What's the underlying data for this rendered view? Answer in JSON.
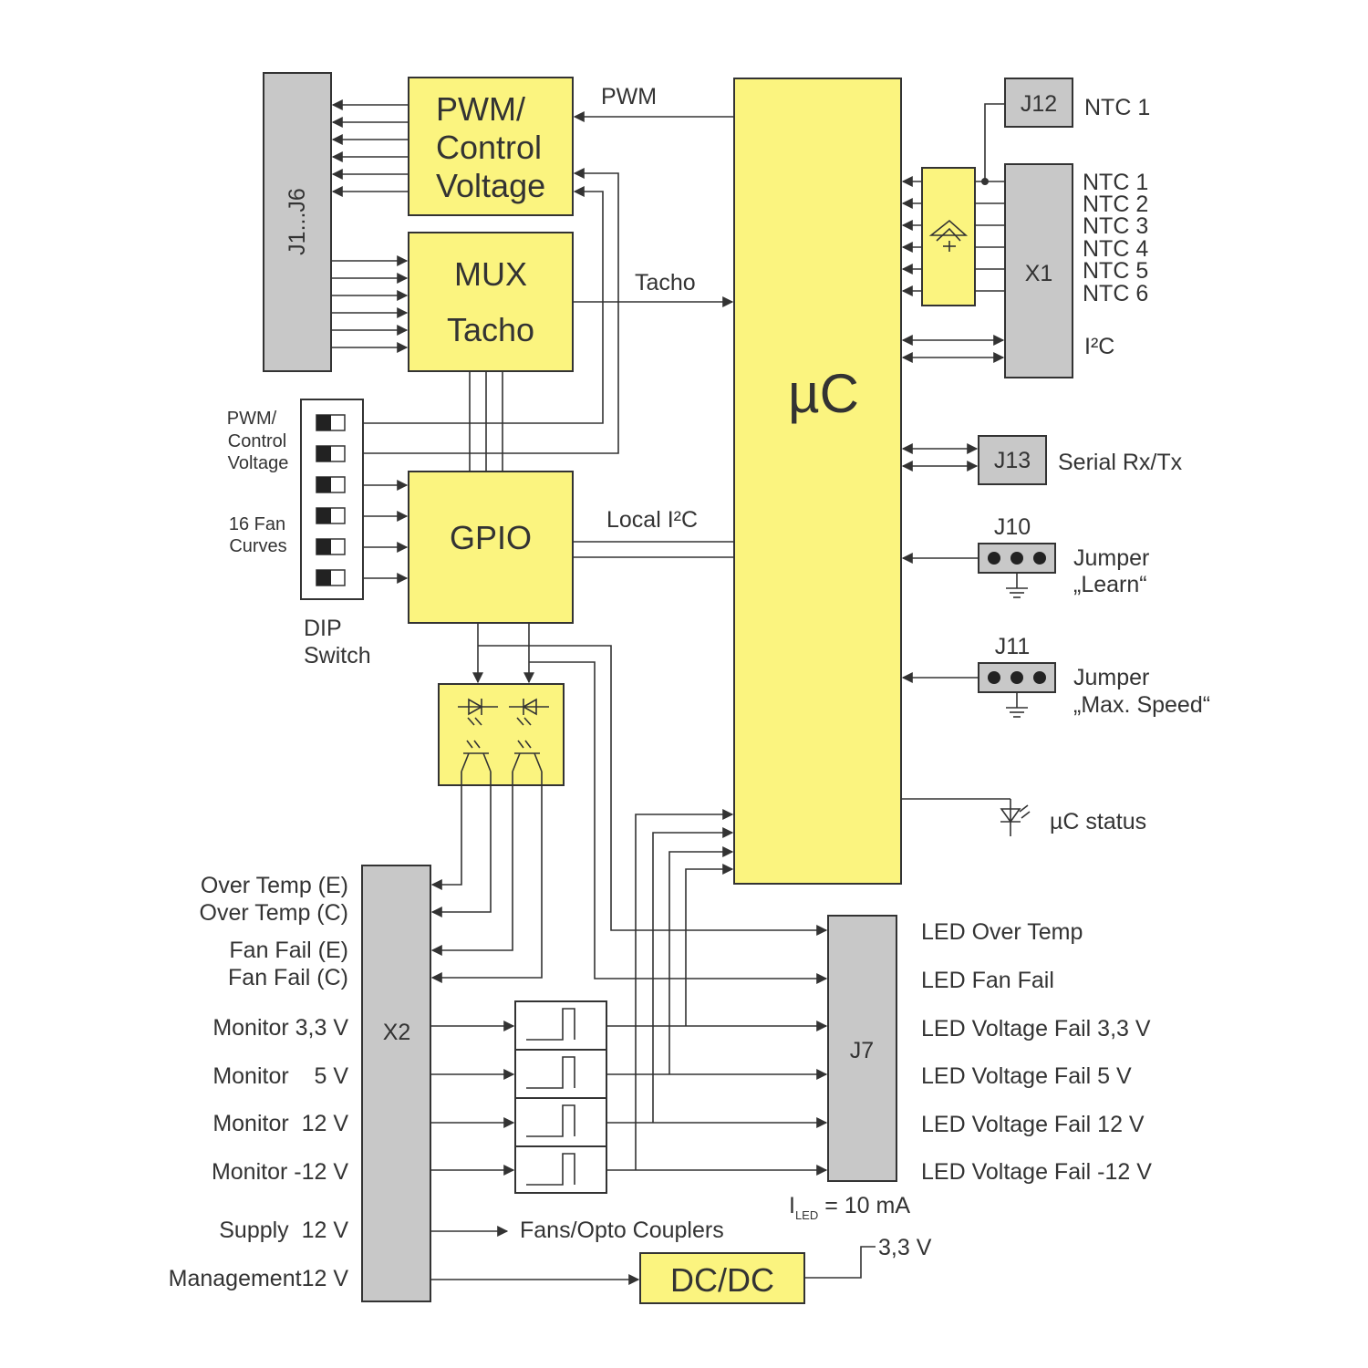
{
  "blocks": {
    "pwm_line1": "PWM/",
    "pwm_line2": "Control",
    "pwm_line3": "Voltage",
    "mux_line1": "MUX",
    "mux_line2": "Tacho",
    "gpio": "GPIO",
    "uc": "µC",
    "j1j6": "J1...J6",
    "x1": "X1",
    "x2": "X2",
    "j7": "J7",
    "j12": "J12",
    "j13": "J13",
    "j10": "J10",
    "j11": "J11",
    "dcdc": "DC/DC"
  },
  "signals": {
    "pwm": "PWM",
    "tacho": "Tacho",
    "local_i2c": "Local I²C",
    "i2c": "I²C",
    "serial": "Serial Rx/Tx",
    "uc_status": "µC status",
    "iled_prefix": "I",
    "iled_sub": "LED",
    "iled_value": " = 10 mA",
    "v33": "3,3 V",
    "fans_opto": "Fans/Opto Couplers"
  },
  "ntc_j12": "NTC 1",
  "ntc_list": [
    "NTC 1",
    "NTC 2",
    "NTC 3",
    "NTC 4",
    "NTC 5",
    "NTC 6"
  ],
  "dip": {
    "group1": [
      "PWM/",
      "Control",
      "Voltage"
    ],
    "group2": [
      "16 Fan",
      "Curves"
    ],
    "caption": [
      "DIP",
      "Switch"
    ]
  },
  "jumpers": {
    "learn": [
      "Jumper",
      "„Learn“"
    ],
    "maxspeed": [
      "Jumper",
      "„Max. Speed“"
    ]
  },
  "x2_pins": [
    "Over Temp (E)",
    "Over Temp (C)",
    "Fan Fail (E)",
    "Fan Fail (C)",
    "Monitor 3,3 V",
    "Monitor    5 V",
    "Monitor  12 V",
    "Monitor -12 V",
    "Supply  12 V",
    "Management12 V"
  ],
  "j7_pins": [
    "LED Over Temp",
    "LED Fan Fail",
    "LED Voltage Fail 3,3 V",
    "LED Voltage Fail 5 V",
    "LED Voltage Fail 12 V",
    "LED Voltage Fail -12 V"
  ]
}
